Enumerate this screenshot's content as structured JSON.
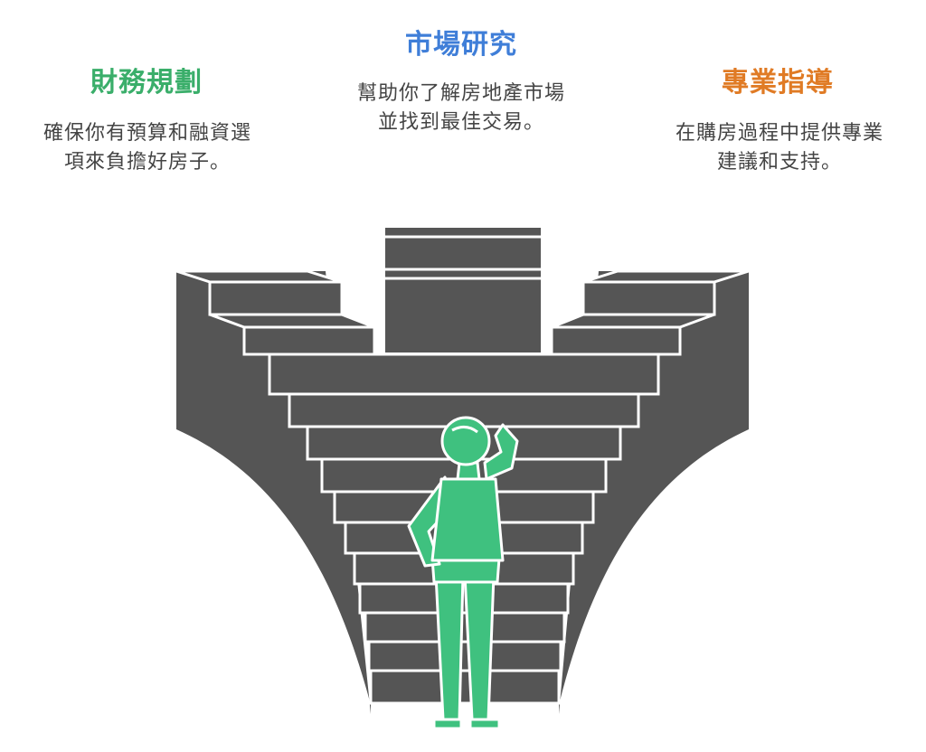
{
  "sections": {
    "left": {
      "title": "財務規劃",
      "desc_line1": "確保你有預算和融資選",
      "desc_line2": "項來負擔好房子。",
      "color": "#3aae6a"
    },
    "mid": {
      "title": "市場研究",
      "desc_line1": "幫助你了解房地產市場",
      "desc_line2": "並找到最佳交易。",
      "color": "#3f7ed8"
    },
    "right": {
      "title": "專業指導",
      "desc_line1": "在購房過程中提供專業",
      "desc_line2": "建議和支持。",
      "color": "#e07b25"
    }
  },
  "illustration": {
    "stair_color": "#555555",
    "edge_color": "#ffffff",
    "figure_color": "#3fc17f"
  }
}
